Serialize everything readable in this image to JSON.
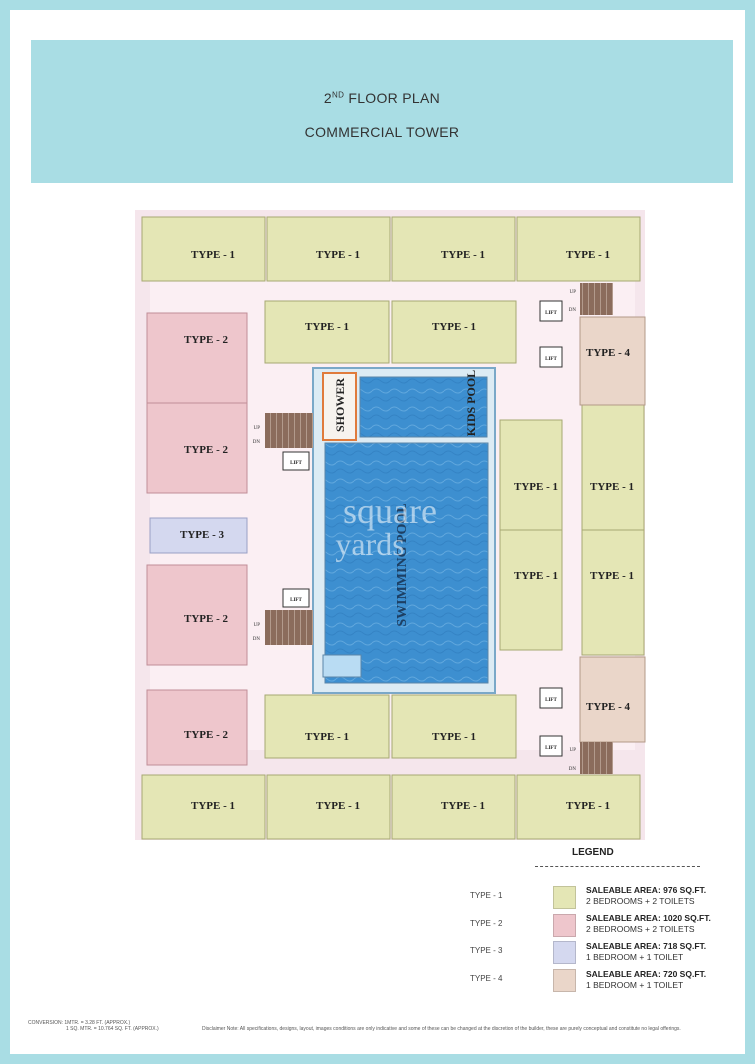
{
  "header": {
    "floor_prefix": "2",
    "floor_sup": "ND",
    "floor_suffix": " FLOOR PLAN",
    "tower": "COMMERCIAL TOWER"
  },
  "plan": {
    "type_labels": {
      "t1": "TYPE - 1",
      "t2": "TYPE - 2",
      "t3": "TYPE - 3",
      "t4": "TYPE - 4"
    },
    "lift": "LIFT",
    "up": "UP",
    "dn": "DN",
    "shower": "SHOWER",
    "kids_pool": "KIDS POOL",
    "swimming_pool": "SWIMMING POOL",
    "watermark": [
      "square",
      "yards"
    ]
  },
  "legend": {
    "title": "LEGEND",
    "items": [
      {
        "type": "TYPE - 1",
        "area": "SALEABLE AREA: 976 SQ.FT.",
        "rooms": "2 BEDROOMS + 2 TOILETS",
        "color": "#e4e6b5"
      },
      {
        "type": "TYPE - 2",
        "area": "SALEABLE AREA: 1020 SQ.FT.",
        "rooms": "2 BEDROOMS + 2 TOILETS",
        "color": "#eec6cc"
      },
      {
        "type": "TYPE - 3",
        "area": "SALEABLE AREA: 718 SQ.FT.",
        "rooms": "1 BEDROOM + 1 TOILET",
        "color": "#d4d8ef"
      },
      {
        "type": "TYPE - 4",
        "area": "SALEABLE AREA: 720 SQ.FT.",
        "rooms": "1 BEDROOM + 1 TOILET",
        "color": "#ead6c9"
      }
    ]
  },
  "footer": {
    "conversion_1": "CONVERSION: 1MTR. = 3.28 FT. (APPROX.)",
    "conversion_2": "1 SQ. MTR. = 10.764 SQ. FT. (APPROX.)",
    "disclaimer": "Disclaimer Note: All specifications, designs, layout, images conditions are only indicative and some of these can be changed at the discretion of the builder, these are purely conceptual and constitute no legal offerings."
  }
}
